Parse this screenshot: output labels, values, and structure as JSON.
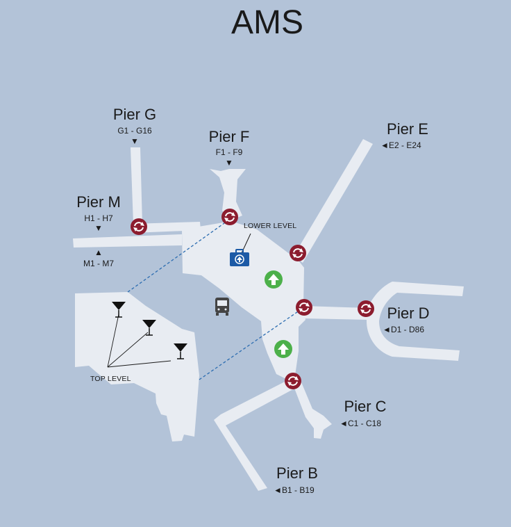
{
  "map": {
    "title": "AMS",
    "colors": {
      "background": "#b3c3d8",
      "terminal": "#e8ecf2",
      "transfer": "#8c1c2e",
      "departure_arrow": "#4cb04a",
      "baggage": "#1c5aa6",
      "connector": "#2b6cb0"
    },
    "piers": [
      {
        "id": "G",
        "name": "Pier G",
        "gates": "G1 - G16",
        "marker": "▼"
      },
      {
        "id": "F",
        "name": "Pier F",
        "gates": "F1 - F9",
        "marker": "▼"
      },
      {
        "id": "E",
        "name": "Pier E",
        "gates": "E2 - E24",
        "marker": "◄"
      },
      {
        "id": "M",
        "name": "Pier M",
        "gates_upper": "H1 - H7",
        "gates_lower": "M1 - M7",
        "marker_upper": "▼",
        "marker_lower": "▲"
      },
      {
        "id": "D",
        "name": "Pier D",
        "gates": "D1 - D86",
        "marker": "◄"
      },
      {
        "id": "C",
        "name": "Pier C",
        "gates": "C1 - C18",
        "marker": "◄"
      },
      {
        "id": "B",
        "name": "Pier B",
        "gates": "B1 - B19",
        "marker": "◄"
      }
    ],
    "levels": {
      "lower": "LOWER LEVEL",
      "top": "TOP LEVEL"
    },
    "icons": {
      "transfer": "transfer-icon",
      "departure": "departure-arrow-icon",
      "baggage": "baggage-icon",
      "bus": "bus-icon",
      "cocktail": "cocktail-icon"
    }
  }
}
